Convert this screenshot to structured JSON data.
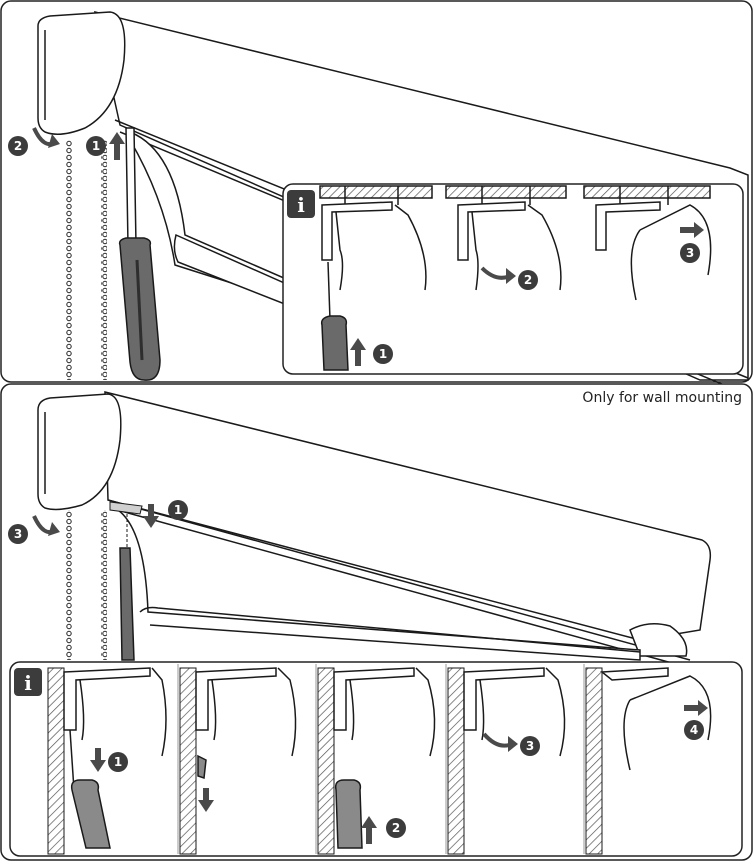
{
  "caption": "Only for wall mounting",
  "info_badge": "i",
  "step_numbers": {
    "top_chain": "2",
    "top_screwdriver": "1",
    "top_detail_1": "1",
    "top_detail_2": "2",
    "top_detail_3": "3",
    "bottom_chain": "3",
    "bottom_clip": "1",
    "bottom_detail_1": "1",
    "bottom_detail_2": "2",
    "bottom_detail_3": "3",
    "bottom_detail_4": "4"
  },
  "colors": {
    "line": "#1a1a1a",
    "arrow": "#4a4a4a",
    "badge": "#3c3c3c",
    "tool": "#5a5a5a"
  }
}
